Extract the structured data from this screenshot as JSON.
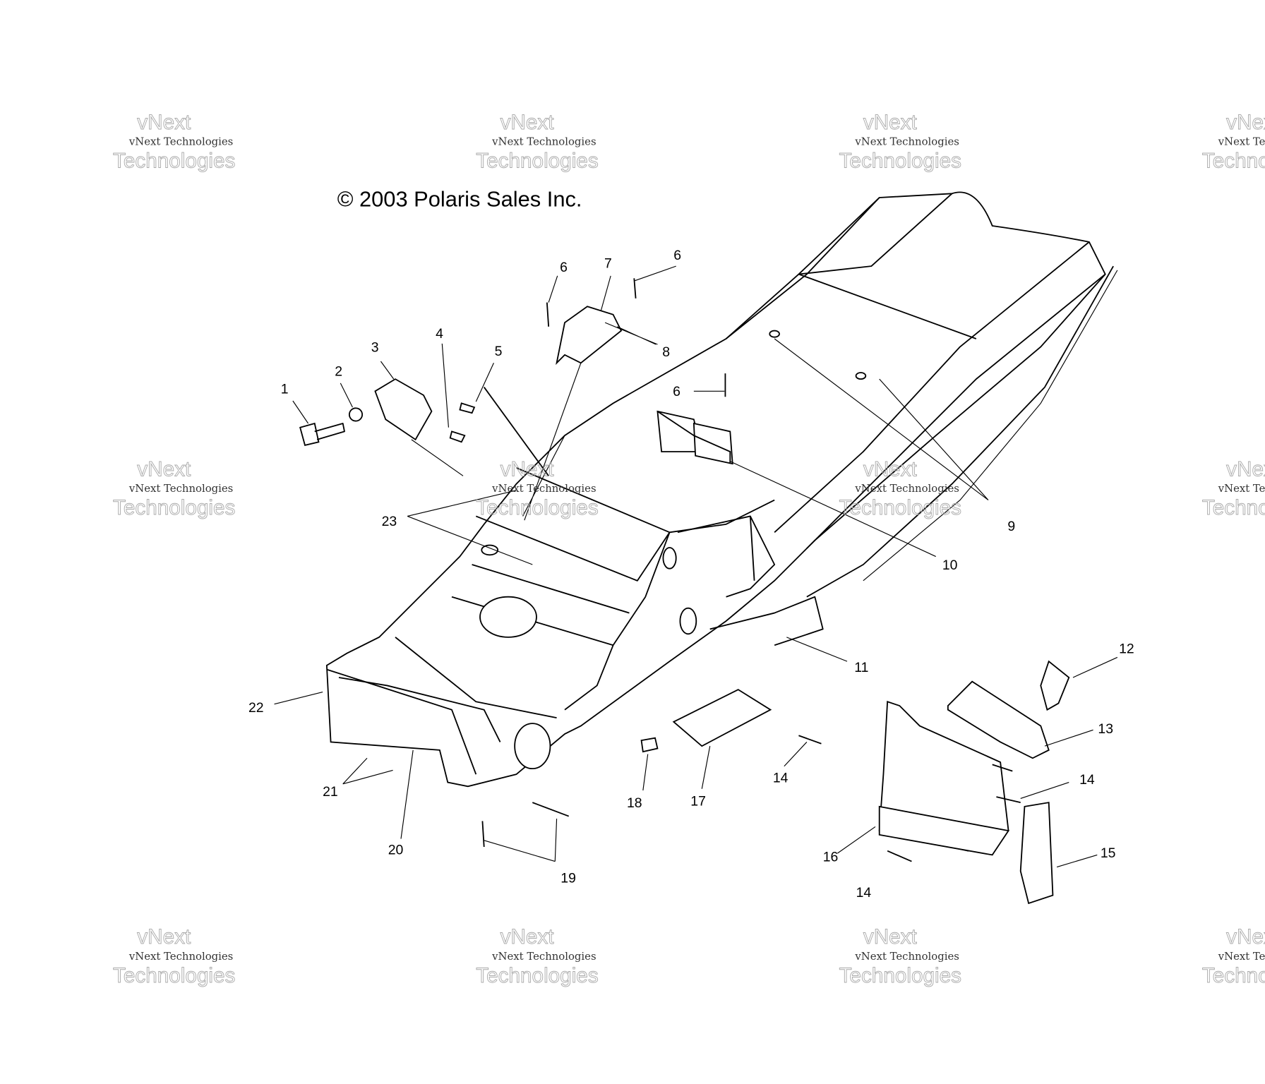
{
  "copyright": "© 2003 Polaris Sales Inc.",
  "watermark": {
    "line1": "vNext Technologies",
    "line2": "vNext",
    "line3": "Technologies"
  },
  "callouts": [
    "1",
    "2",
    "3",
    "4",
    "5",
    "6",
    "7",
    "6",
    "8",
    "6",
    "9",
    "10",
    "11",
    "12",
    "13",
    "14",
    "14",
    "15",
    "16",
    "17",
    "18",
    "19",
    "20",
    "21",
    "22",
    "23",
    "14"
  ]
}
